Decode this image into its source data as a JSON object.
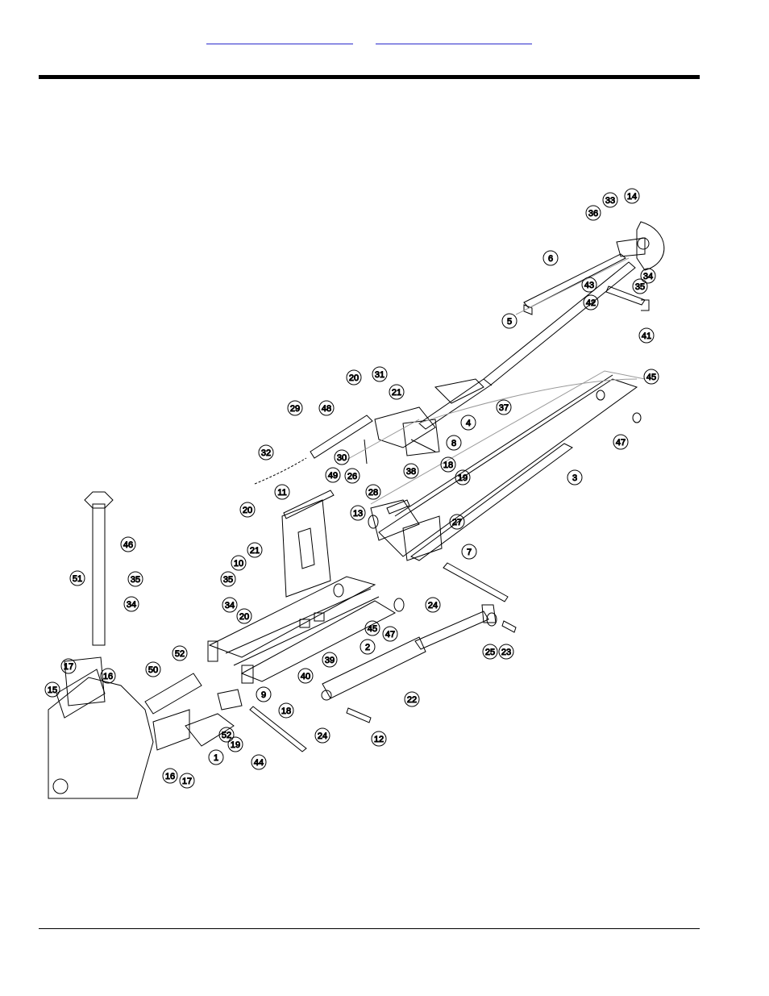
{
  "header": {
    "link_1": "",
    "link_2": ""
  },
  "callouts": [
    "14",
    "33",
    "36",
    "6",
    "43",
    "42",
    "35",
    "34",
    "41",
    "5",
    "45",
    "47",
    "20",
    "31",
    "21",
    "48",
    "29",
    "4",
    "37",
    "8",
    "32",
    "30",
    "26",
    "38",
    "18",
    "19",
    "3",
    "49",
    "28",
    "11",
    "13",
    "20",
    "21",
    "10",
    "27",
    "7",
    "35",
    "46",
    "51",
    "35",
    "34",
    "34",
    "20",
    "24",
    "45",
    "47",
    "2",
    "25",
    "23",
    "52",
    "50",
    "17",
    "16",
    "15",
    "40",
    "39",
    "22",
    "9",
    "18",
    "1",
    "52",
    "19",
    "44",
    "24",
    "12",
    "16",
    "17"
  ]
}
